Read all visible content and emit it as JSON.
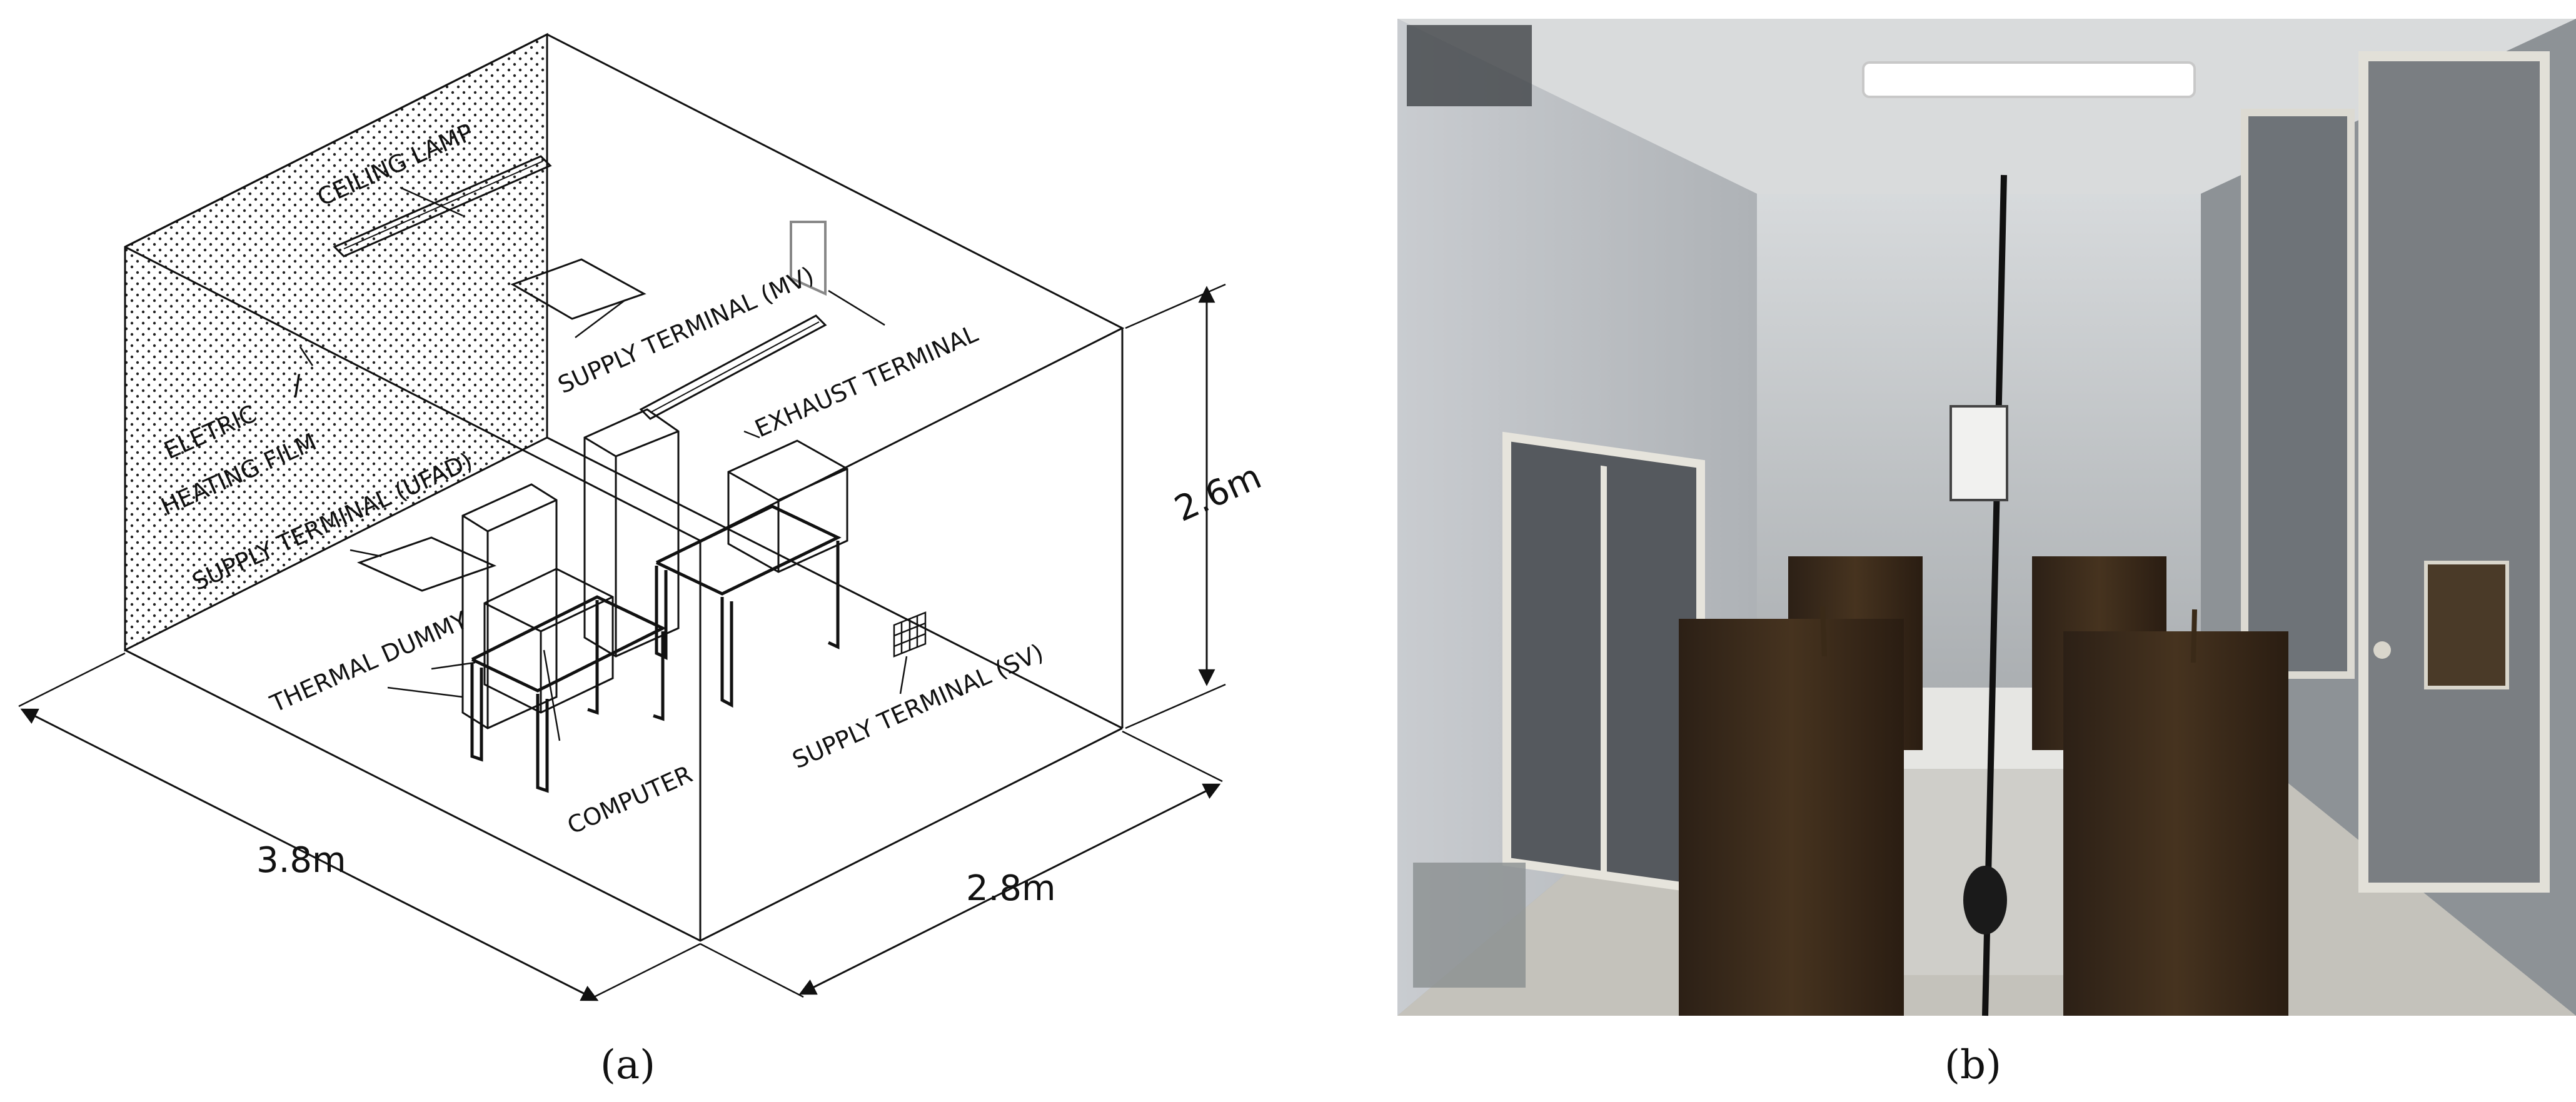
{
  "panel_a": {
    "labels": {
      "ceiling_lamp": "CEILING LAMP",
      "supply_mv": "SUPPLY TERMINAL (MV)",
      "exhaust": "EXHAUST TERMINAL",
      "electric": "ELETRIC",
      "slash": "/",
      "heating_film": "HEATING FILM",
      "supply_ufad": "SUPPLY TERMINAL (UFAD)",
      "thermal_dummy": "THERMAL DUMMY",
      "computer": "COMPUTER",
      "supply_sv": "SUPPLY TERMINAL (SV)"
    },
    "dimensions": {
      "height": "2.6m",
      "length": "3.8m",
      "width": "2.8m"
    },
    "caption": "(a)"
  },
  "panel_b": {
    "caption": "(b)"
  },
  "colors": {
    "line": "#111111",
    "photo_wall": "#b8bcc0",
    "photo_box": "#3a2a1c"
  }
}
